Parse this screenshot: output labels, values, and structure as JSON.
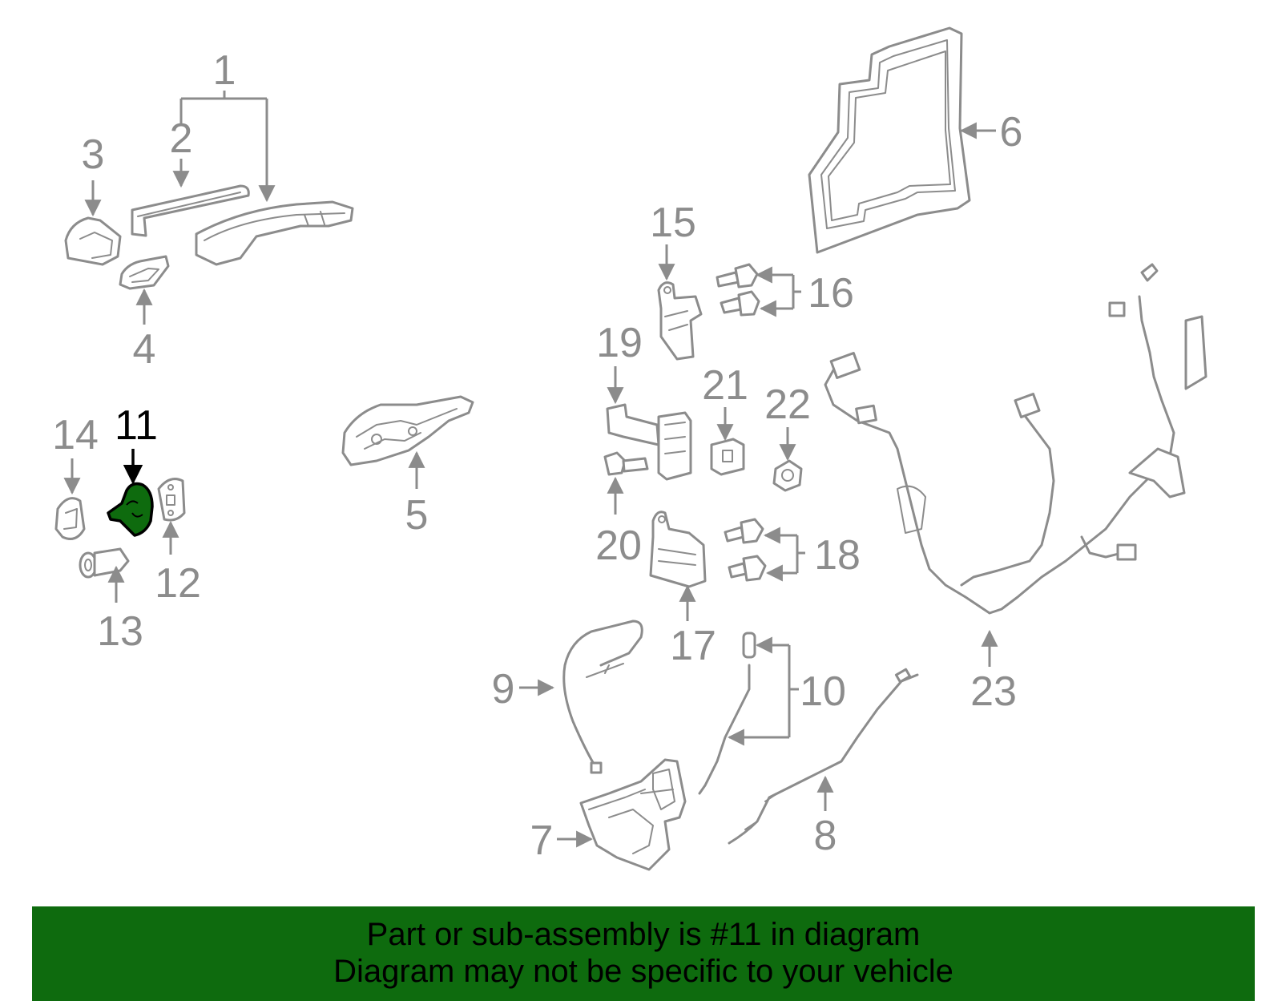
{
  "highlight": {
    "part_number": "11",
    "color": "#0e6b0e"
  },
  "callouts": [
    {
      "id": "1",
      "text": "1"
    },
    {
      "id": "2",
      "text": "2"
    },
    {
      "id": "3",
      "text": "3"
    },
    {
      "id": "4",
      "text": "4"
    },
    {
      "id": "5",
      "text": "5"
    },
    {
      "id": "6",
      "text": "6"
    },
    {
      "id": "7",
      "text": "7"
    },
    {
      "id": "8",
      "text": "8"
    },
    {
      "id": "9",
      "text": "9"
    },
    {
      "id": "10",
      "text": "10"
    },
    {
      "id": "11",
      "text": "11"
    },
    {
      "id": "12",
      "text": "12"
    },
    {
      "id": "13",
      "text": "13"
    },
    {
      "id": "14",
      "text": "14"
    },
    {
      "id": "15",
      "text": "15"
    },
    {
      "id": "16",
      "text": "16"
    },
    {
      "id": "17",
      "text": "17"
    },
    {
      "id": "18",
      "text": "18"
    },
    {
      "id": "19",
      "text": "19"
    },
    {
      "id": "20",
      "text": "20"
    },
    {
      "id": "21",
      "text": "21"
    },
    {
      "id": "22",
      "text": "22"
    },
    {
      "id": "23",
      "text": "23"
    }
  ],
  "banner": {
    "line1": "Part or sub-assembly is #11 in diagram",
    "line2": "Diagram may not be specific to your vehicle",
    "background": "#0e6b0e"
  }
}
